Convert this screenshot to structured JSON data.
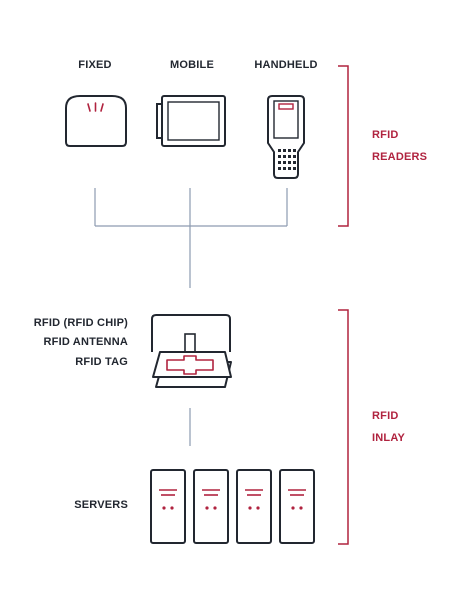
{
  "readers": {
    "fixed": "FIXED",
    "mobile": "MOBILE",
    "handheld": "HANDHELD"
  },
  "group_readers": {
    "line1": "RFID",
    "line2": "READERS"
  },
  "inlay_labels": {
    "chip": "RFID (RFID CHIP)",
    "antenna": "RFID ANTENNA",
    "tag": "RFID TAG"
  },
  "servers_label": "SERVERS",
  "group_inlay": {
    "line1": "RFID",
    "line2": "INLAY"
  },
  "colors": {
    "dark": "#222730",
    "accent": "#b0233f",
    "line": "#8d9bb0"
  },
  "icons": [
    "fixed-reader-icon",
    "mobile-reader-icon",
    "handheld-reader-icon",
    "rfid-inlay-icon",
    "server-icon"
  ]
}
